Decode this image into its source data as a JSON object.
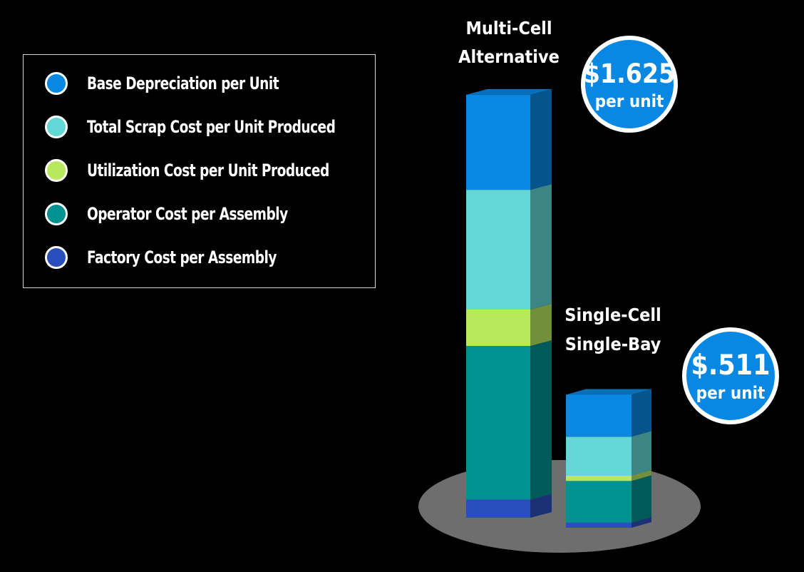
{
  "chart_data": {
    "type": "bar",
    "stacked": true,
    "categories": [
      "Multi-Cell Alternative",
      "Single-Cell Single-Bay"
    ],
    "series": [
      {
        "name": "Factory Cost per Assembly",
        "color": "#2a4fbd",
        "values": [
          0.07,
          0.02
        ]
      },
      {
        "name": "Operator Cost per Assembly",
        "color": "#009191",
        "values": [
          0.59,
          0.16
        ]
      },
      {
        "name": "Utilization Cost per Unit Produced",
        "color": "#b8e85c",
        "values": [
          0.14,
          0.02
        ]
      },
      {
        "name": "Total Scrap Cost per Unit Produced",
        "color": "#63d6d6",
        "values": [
          0.46,
          0.15
        ]
      },
      {
        "name": "Base Depreciation per Unit",
        "color": "#0888e2",
        "values": [
          0.365,
          0.161
        ]
      }
    ],
    "totals": [
      {
        "amount": "$1.625",
        "unit": "per unit"
      },
      {
        "amount": "$.511",
        "unit": "per unit"
      }
    ],
    "legend_order": [
      4,
      3,
      2,
      1,
      0
    ],
    "legend_position": "top-left",
    "grid": false,
    "ylim": [
      0,
      1.7
    ],
    "colors": {
      "background": "#000000",
      "floor": "#6e6e6e",
      "badge": "#0888e2",
      "text": "#ffffff"
    }
  }
}
